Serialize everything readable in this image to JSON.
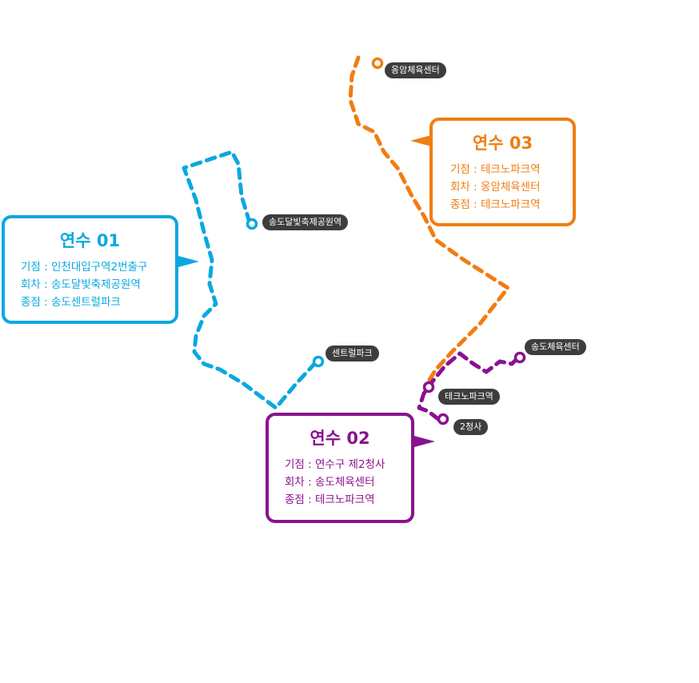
{
  "colors": {
    "line01": "#0aa8e0",
    "line02": "#8a128f",
    "line03": "#f07d12",
    "label_bg": "#3d3d3d"
  },
  "routes": {
    "r01": {
      "title": "연수 01",
      "start_label": "기점",
      "start": "인천대입구역2번출구",
      "turn_label": "회차",
      "turn": "송도달빛축제공원역",
      "end_label": "종점",
      "end": "송도센트럴파크"
    },
    "r02": {
      "title": "연수 02",
      "start_label": "기점",
      "start": "연수구 제2청사",
      "turn_label": "회차",
      "turn": "송도체육센터",
      "end_label": "종점",
      "end": "테크노파크역"
    },
    "r03": {
      "title": "연수 03",
      "start_label": "기점",
      "start": "테크노파크역",
      "turn_label": "회차",
      "turn": "옹암체육센터",
      "end_label": "종점",
      "end": "테크노파크역"
    }
  },
  "stops": {
    "ongam": "옹암체육센터",
    "dalbit": "송도달빛축제공원역",
    "central": "센트럴파크",
    "songdo_sports": "송도체육센터",
    "technopark": "테크노파크역",
    "cheongsa2": "2청사"
  }
}
